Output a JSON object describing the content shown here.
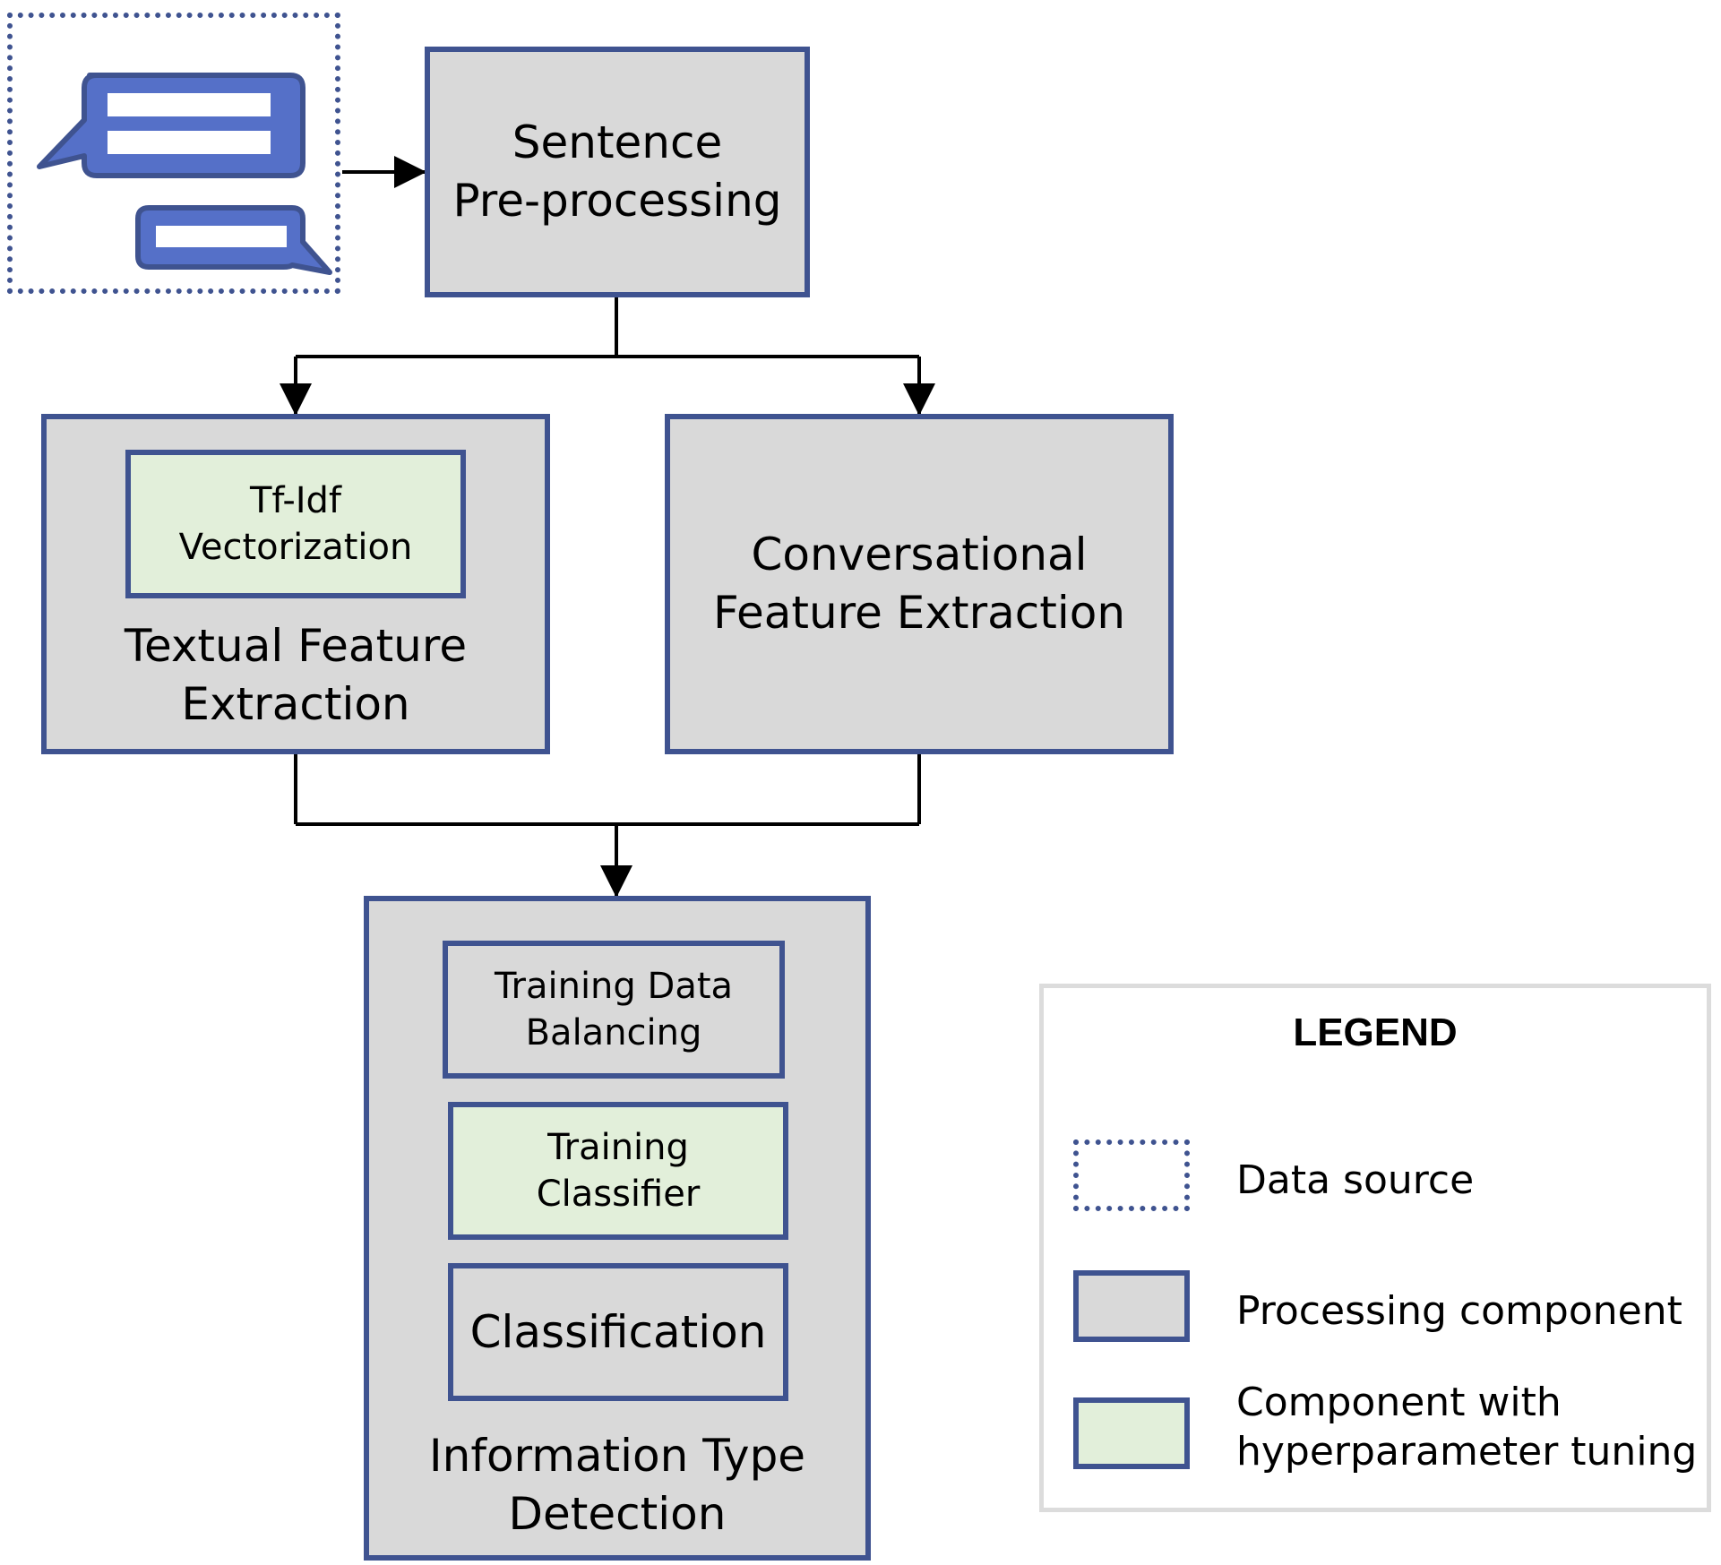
{
  "nodes": {
    "preprocessing": {
      "line1": "Sentence",
      "line2": "Pre-processing"
    },
    "tfidf": {
      "line1": "Tf-Idf",
      "line2": "Vectorization"
    },
    "textual": {
      "line1": "Textual Feature",
      "line2": "Extraction"
    },
    "conversational": {
      "line1": "Conversational",
      "line2": "Feature Extraction"
    },
    "balancing": {
      "line1": "Training Data",
      "line2": "Balancing"
    },
    "training": {
      "line1": "Training",
      "line2": "Classifier"
    },
    "classification": {
      "label": "Classification"
    },
    "detection": {
      "line1": "Information Type",
      "line2": "Detection"
    }
  },
  "legend": {
    "title": "LEGEND",
    "items": [
      {
        "label": "Data source"
      },
      {
        "label": "Processing component"
      },
      {
        "line1": "Component with",
        "line2": "hyperparameter tuning"
      }
    ]
  },
  "colors": {
    "border": "#3f5390",
    "processing": "#d9d9d9",
    "tuning": "#e2efda",
    "chat_icon": "#5570c8"
  },
  "icons": {
    "data_source": "chat-bubbles-icon"
  }
}
